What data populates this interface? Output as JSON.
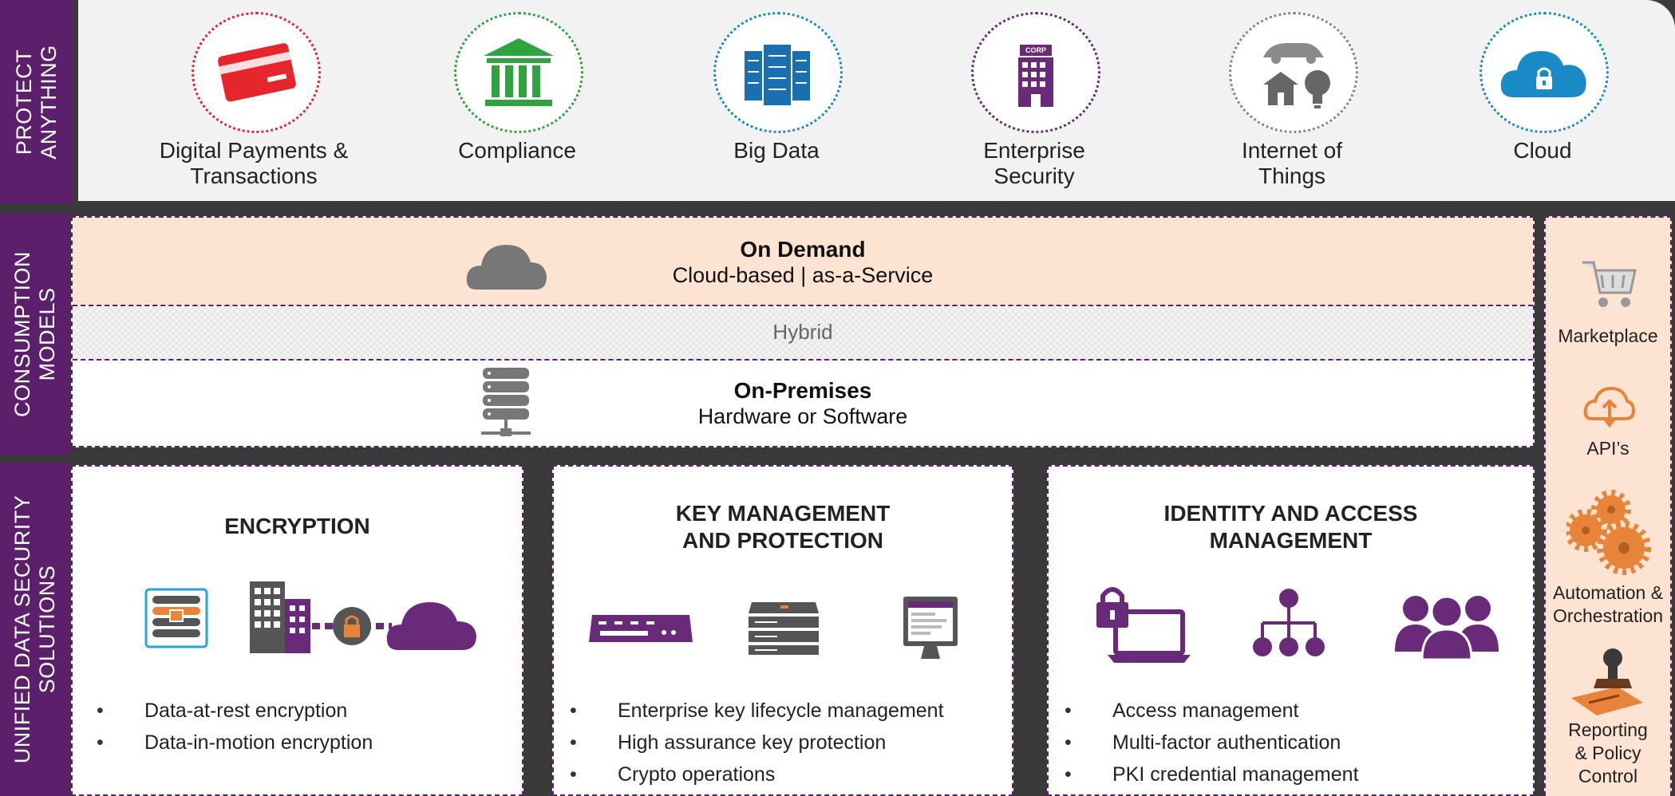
{
  "row_labels": {
    "protect": [
      "PROTECT",
      "ANYTHING"
    ],
    "consumption": [
      "CONSUMPTION",
      "MODELS"
    ],
    "unified": [
      "UNIFIED DATA SECURITY",
      "SOLUTIONS"
    ]
  },
  "protect_items": [
    {
      "line1": "Digital Payments &",
      "line2": "Transactions",
      "icon": "credit-card-icon",
      "color": "#e5262d"
    },
    {
      "line1": "Compliance",
      "line2": "",
      "icon": "bank-building-icon",
      "color": "#2fa33f"
    },
    {
      "line1": "Big Data",
      "line2": "",
      "icon": "server-racks-icon",
      "color": "#1a8ac6"
    },
    {
      "line1": "Enterprise",
      "line2": "Security",
      "icon": "corp-building-icon",
      "color": "#6a2a7a",
      "badge": "CORP"
    },
    {
      "line1": "Internet of",
      "line2": "Things",
      "icon": "iot-icon",
      "color": "#777777"
    },
    {
      "line1": "Cloud",
      "line2": "",
      "icon": "cloud-lock-icon",
      "color": "#1a8ac6"
    }
  ],
  "consumption": {
    "on_demand_title": "On Demand",
    "on_demand_sub": "Cloud-based | as-a-Service",
    "hybrid": "Hybrid",
    "on_prem_title": "On-Premises",
    "on_prem_sub": "Hardware or Software"
  },
  "solutions": [
    {
      "title1": "ENCRYPTION",
      "title2": "",
      "bullets": [
        "Data-at-rest encryption",
        "Data-in-motion encryption"
      ]
    },
    {
      "title1": "KEY MANAGEMENT",
      "title2": "AND PROTECTION",
      "bullets": [
        "Enterprise key lifecycle management",
        "High assurance key protection",
        "Crypto operations"
      ]
    },
    {
      "title1": "IDENTITY AND ACCESS",
      "title2": "MANAGEMENT",
      "bullets": [
        "Access management",
        "Multi-factor authentication",
        "PKI credential management"
      ]
    }
  ],
  "right_panel": [
    {
      "line1": "Marketplace",
      "line2": "",
      "icon": "shopping-cart-icon"
    },
    {
      "line1": "API’s",
      "line2": "",
      "icon": "cloud-sync-icon"
    },
    {
      "line1": "Automation &",
      "line2": "Orchestration",
      "icon": "gears-icon"
    },
    {
      "line1": "Reporting",
      "line2": "& Policy",
      "line3": "Control",
      "icon": "stamp-icon"
    }
  ],
  "colors": {
    "purple": "#5b1f6b",
    "peach": "#fde3d1",
    "orange": "#e8843a",
    "panel_gray": "#f2f2f2",
    "dark": "#3a3a3a"
  }
}
